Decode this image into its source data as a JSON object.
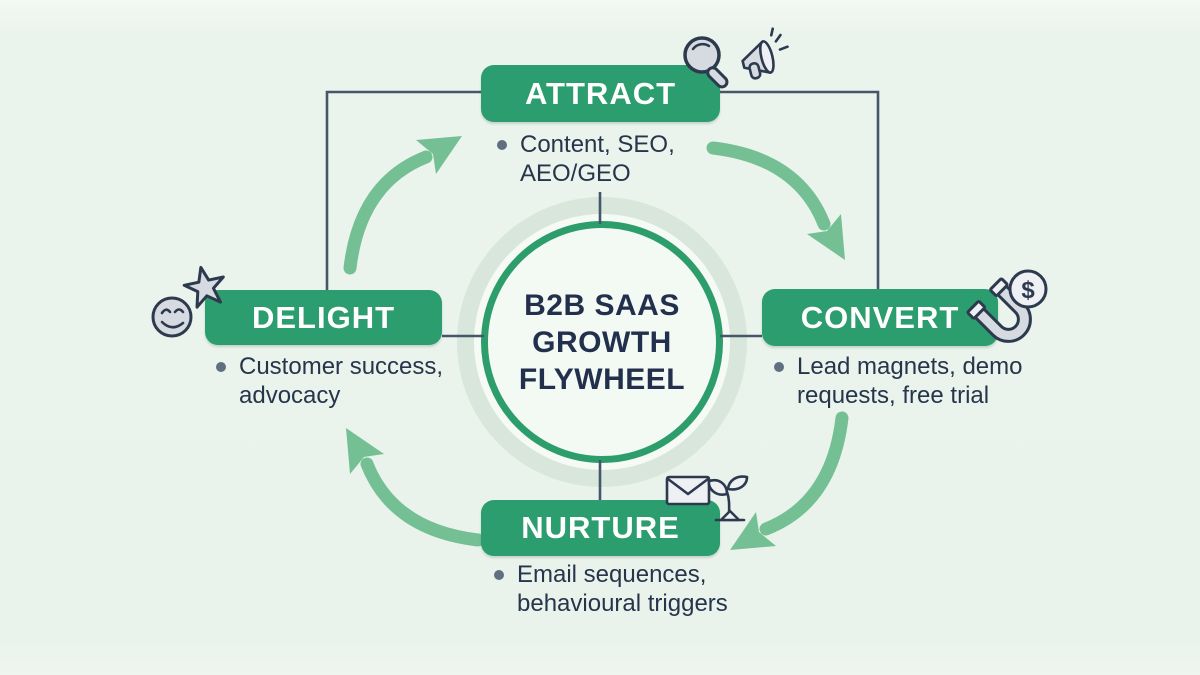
{
  "diagram": {
    "center": {
      "title_lines": [
        "B2B SAAS",
        "GROWTH",
        "FLYWHEEL"
      ]
    },
    "stages": {
      "attract": {
        "label": "ATTRACT",
        "detail_lines": [
          "Content, SEO,",
          "AEO/GEO"
        ],
        "icons": [
          "magnifier-icon",
          "megaphone-icon"
        ]
      },
      "convert": {
        "label": "CONVERT",
        "detail_lines": [
          "Lead magnets, demo",
          "requests, free trial"
        ],
        "icons": [
          "magnet-icon",
          "dollar-coin-icon"
        ]
      },
      "nurture": {
        "label": "NURTURE",
        "detail_lines": [
          "Email sequences,",
          "behavioural triggers"
        ],
        "icons": [
          "envelope-icon",
          "sprout-icon"
        ]
      },
      "delight": {
        "label": "DELIGHT",
        "detail_lines": [
          "Customer success,",
          "advocacy"
        ],
        "icons": [
          "smiley-icon",
          "star-icon"
        ]
      }
    },
    "flow": {
      "order": [
        "attract",
        "convert",
        "nurture",
        "delight"
      ],
      "direction": "clockwise"
    },
    "symbols": {
      "dollar": "$"
    },
    "colors": {
      "stage_green": "#2b9d6e",
      "arrow_green": "#74c094",
      "connector": "#46566a",
      "text_dark": "#26354b",
      "center_text": "#22304d",
      "halo": "#d9e6db",
      "ring_green": "#2e9d6c",
      "background": "#e9f3eb",
      "icon_fill": "#d6dbe1",
      "icon_outline": "#2d3a4e"
    }
  }
}
